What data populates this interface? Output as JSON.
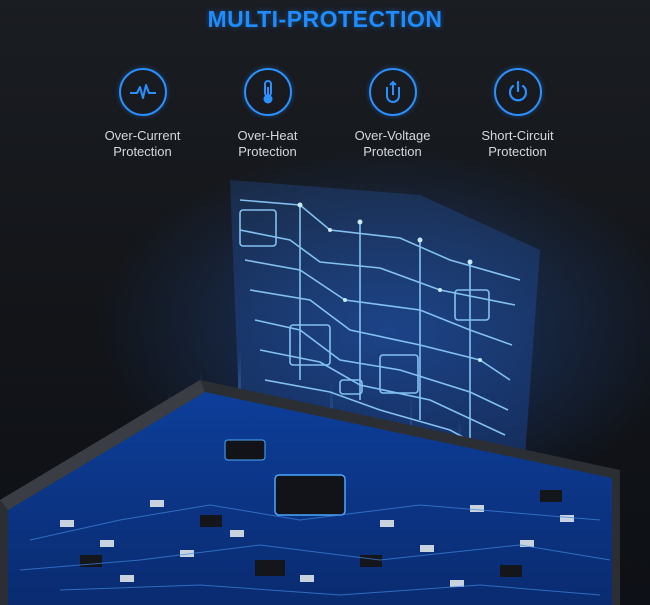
{
  "title": "MULTI-PROTECTION",
  "features": [
    {
      "icon": "pulse-icon",
      "label": "Over-Current\nProtection"
    },
    {
      "icon": "thermometer-icon",
      "label": "Over-Heat\nProtection"
    },
    {
      "icon": "voltage-plug-icon",
      "label": "Over-Voltage\nProtection"
    },
    {
      "icon": "power-icon",
      "label": "Short-Circuit\nProtection"
    }
  ],
  "colors": {
    "accent": "#1f8cff",
    "background": "#15181d",
    "label": "#d4d8de"
  }
}
